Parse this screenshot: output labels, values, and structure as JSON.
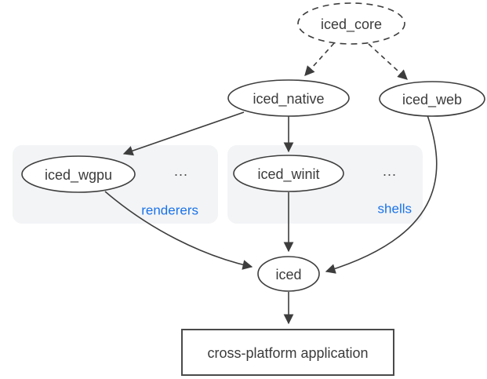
{
  "diagram": {
    "nodes": {
      "iced_core": {
        "label": "iced_core"
      },
      "iced_native": {
        "label": "iced_native"
      },
      "iced_web": {
        "label": "iced_web"
      },
      "iced_wgpu": {
        "label": "iced_wgpu"
      },
      "iced_winit": {
        "label": "iced_winit"
      },
      "iced": {
        "label": "iced"
      },
      "app": {
        "label": "cross-platform application"
      }
    },
    "groups": {
      "renderers": {
        "caption": "renderers",
        "ellipsis": "..."
      },
      "shells": {
        "caption": "shells",
        "ellipsis": "..."
      }
    },
    "edges": [
      "iced_core -> iced_native (dashed)",
      "iced_core -> iced_web (dashed)",
      "iced_native -> iced_wgpu",
      "iced_native -> iced_winit",
      "iced_wgpu -> iced",
      "iced_winit -> iced",
      "iced_web -> iced",
      "iced -> cross-platform application"
    ],
    "colors": {
      "background": "#ffffff",
      "stroke": "#3d3d3d",
      "node_fill": "#ffffff",
      "group_fill": "#f3f4f6",
      "caption_blue": "#1a73e8",
      "text": "#3b3b3b"
    }
  }
}
